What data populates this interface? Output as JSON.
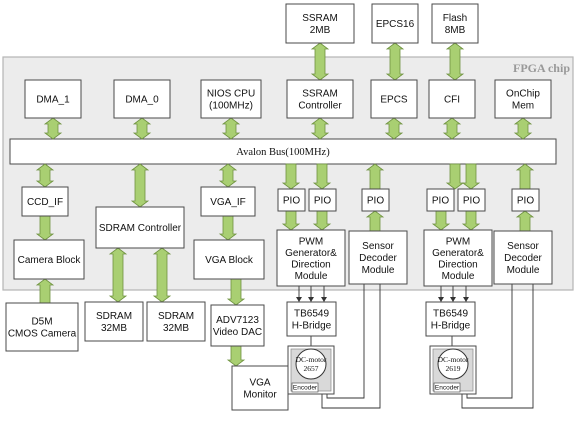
{
  "diagram": {
    "chip_title": "FPGA chip",
    "bus_label": "Avalon Bus(100MHz)",
    "blocks": {
      "ssram": [
        "SSRAM",
        "2MB"
      ],
      "epcs16": [
        "EPCS16"
      ],
      "flash": [
        "Flash",
        "8MB"
      ],
      "dma1": [
        "DMA_1"
      ],
      "dma0": [
        "DMA_0"
      ],
      "nios": [
        "NIOS CPU",
        "(100MHz)"
      ],
      "ssram_ctrl": [
        "SSRAM",
        "Controller"
      ],
      "epcs": [
        "EPCS"
      ],
      "cfi": [
        "CFI"
      ],
      "onchip": [
        "OnChip",
        "Mem"
      ],
      "ccd_if": [
        "CCD_IF"
      ],
      "sdram_ctrl": [
        "SDRAM Controller"
      ],
      "vga_if": [
        "VGA_IF"
      ],
      "pio1": [
        "PIO"
      ],
      "pio2": [
        "PIO"
      ],
      "pio3": [
        "PIO"
      ],
      "pio4": [
        "PIO"
      ],
      "pio5": [
        "PIO"
      ],
      "pio6": [
        "PIO"
      ],
      "camera_block": [
        "Camera Block"
      ],
      "vga_block": [
        "VGA Block"
      ],
      "pwm1": [
        "PWM",
        "Generator&",
        "Direction",
        "Module"
      ],
      "sensor1": [
        "Sensor",
        "Decoder",
        "Module"
      ],
      "pwm2": [
        "PWM",
        "Generator&",
        "Direction",
        "Module"
      ],
      "sensor2": [
        "Sensor",
        "Decoder",
        "Module"
      ],
      "d5m": [
        "D5M",
        "CMOS Camera"
      ],
      "sdram1": [
        "SDRAM",
        "32MB"
      ],
      "sdram2": [
        "SDRAM",
        "32MB"
      ],
      "adv7123": [
        "ADV7123",
        "Video DAC"
      ],
      "hbridge1": [
        "TB6549",
        "H-Bridge"
      ],
      "hbridge2": [
        "TB6549",
        "H-Bridge"
      ],
      "vga_monitor": [
        "VGA",
        "Monitor"
      ]
    },
    "motors": {
      "motor1": [
        "DC-motor",
        "2657"
      ],
      "motor2": [
        "DC-motor",
        "2619"
      ]
    },
    "encoder_label": "Encoder"
  }
}
